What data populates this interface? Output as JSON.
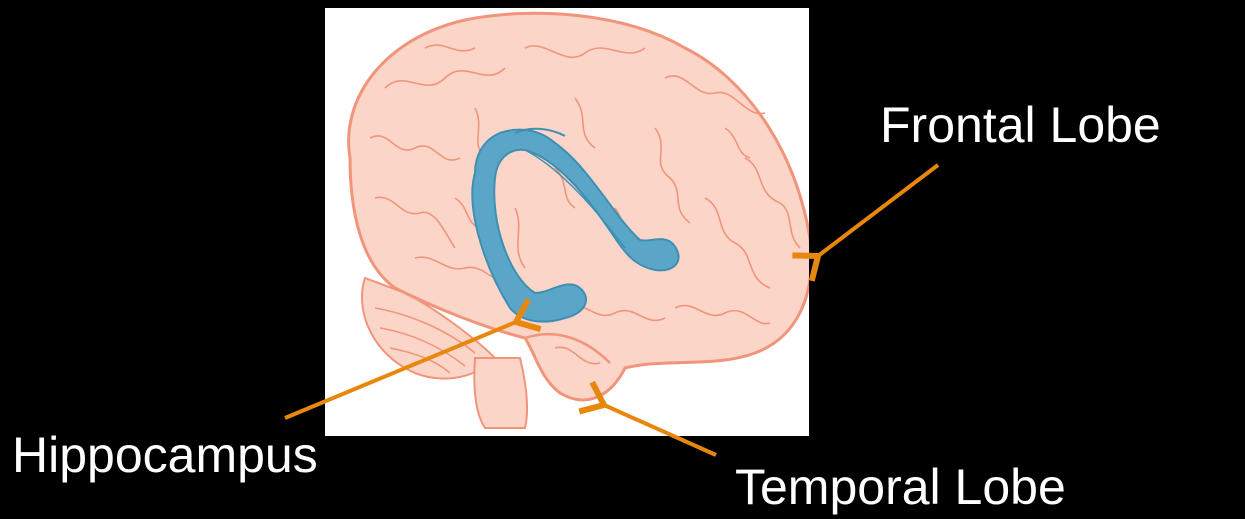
{
  "labels": {
    "frontal_lobe": "Frontal Lobe",
    "hippocampus": "Hippocampus",
    "temporal_lobe": "Temporal Lobe"
  },
  "colors": {
    "background": "#000000",
    "label_text": "#ffffff",
    "arrow": "#e8870e",
    "brain_fill": "#fbd5c8",
    "brain_outline": "#f0957c",
    "hippocampus_fill": "#5aa6c8",
    "hippocampus_outline": "#3f8fb3",
    "image_panel": "#ffffff"
  }
}
